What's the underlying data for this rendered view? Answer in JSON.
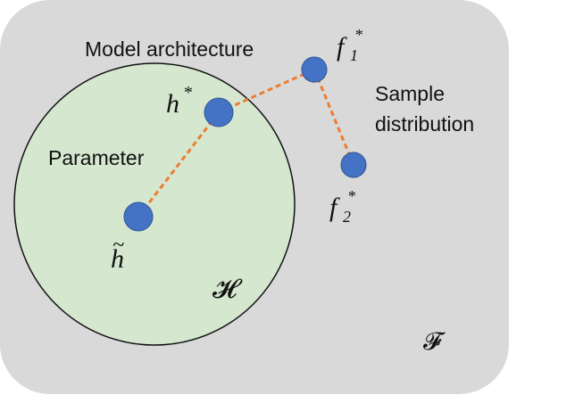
{
  "diagram": {
    "outer_space_symbol": "𝓕",
    "inner_space_symbol": "𝓗",
    "labels": {
      "model_architecture": "Model architecture",
      "sample_distribution_line1": "Sample",
      "sample_distribution_line2": "distribution",
      "parameter": "Parameter"
    },
    "points": {
      "h_tilde_base": "h",
      "h_tilde_accent": "~",
      "h_star_base": "h",
      "h_star_sup": "*",
      "f1_base": "f",
      "f1_sup": "*",
      "f1_sub": "1",
      "f2_base": "f",
      "f2_sup": "*",
      "f2_sub": "2"
    },
    "colors": {
      "outer_fill": "#d9d9d9",
      "inner_fill": "#d5e7cf",
      "point_fill": "#4472c4",
      "arrow_color": "#ed7d31"
    }
  }
}
